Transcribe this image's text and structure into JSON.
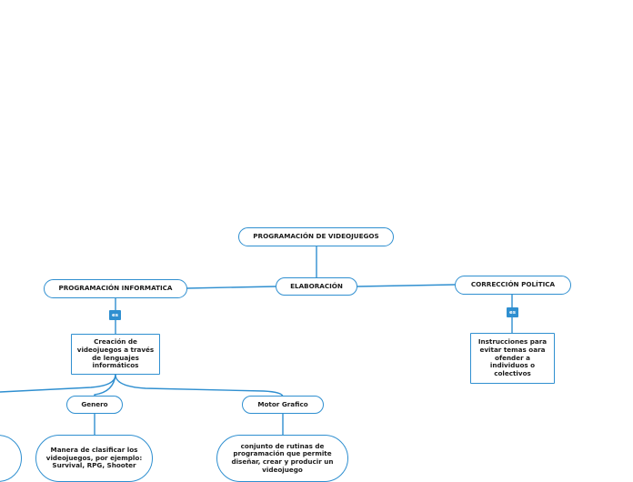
{
  "nodes": {
    "root": "PROGRAMACIÓN DE VIDEOJUEGOS",
    "prog_info": "PROGRAMACIÓN INFORMATICA",
    "elaboracion": "ELABORACIÓN",
    "correccion": "CORRECCIÓN POLÍTICA",
    "creacion": "Creación de videojuegos a través de lenguajes informáticos",
    "instrucciones": "Instrucciones para evitar temas oara ofender a individuos o colectivos",
    "genero": "Genero",
    "motor": "Motor Grafico",
    "genero_desc": "Manera de clasificar los videojuegos, por ejemplo: Survival, RPG,  Shooter",
    "motor_desc": "conjunto de rutinas de programación que permite diseñar, crear y producir un videojuego"
  },
  "labels": {
    "es_left": "es",
    "es_right": "es"
  },
  "colors": {
    "accent": "#2f8fd0",
    "background": "#ffffff",
    "text": "#1b1b1b"
  }
}
